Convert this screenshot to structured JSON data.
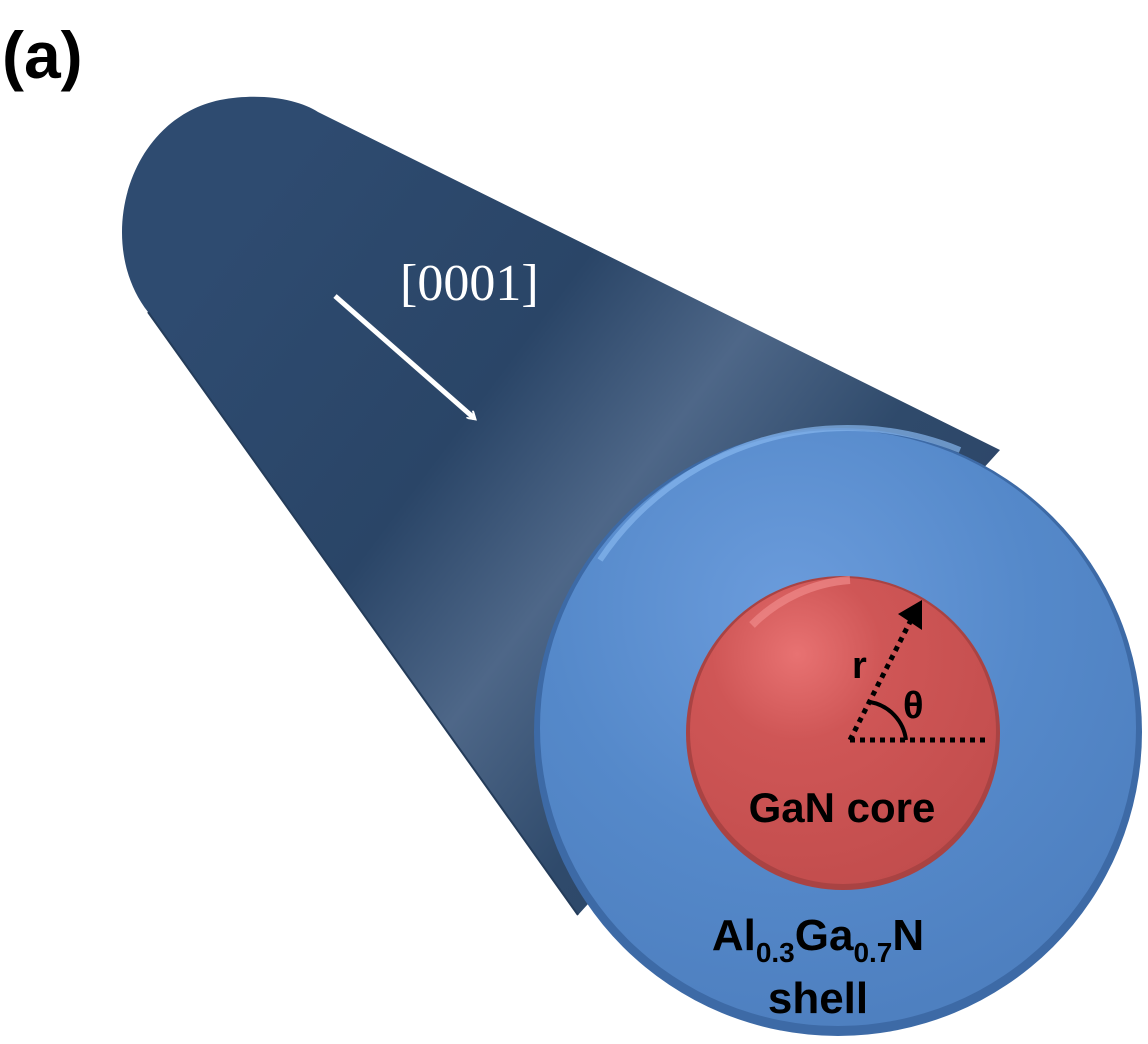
{
  "figure": {
    "panel_label": "(a)",
    "direction_label": "[0001]",
    "radius_symbol": "r",
    "angle_symbol": "θ",
    "core_label": "GaN core",
    "shell_formula": {
      "part1": "Al",
      "sub1": "0.3",
      "part2": "Ga",
      "sub2": "0.7",
      "part3": "N"
    },
    "shell_word": "shell"
  },
  "colors": {
    "cylinder_body": "#2d4a6e",
    "shell": "#5588c8",
    "core": "#cc5555",
    "arrow": "#ffffff",
    "polar_lines": "#000000"
  }
}
